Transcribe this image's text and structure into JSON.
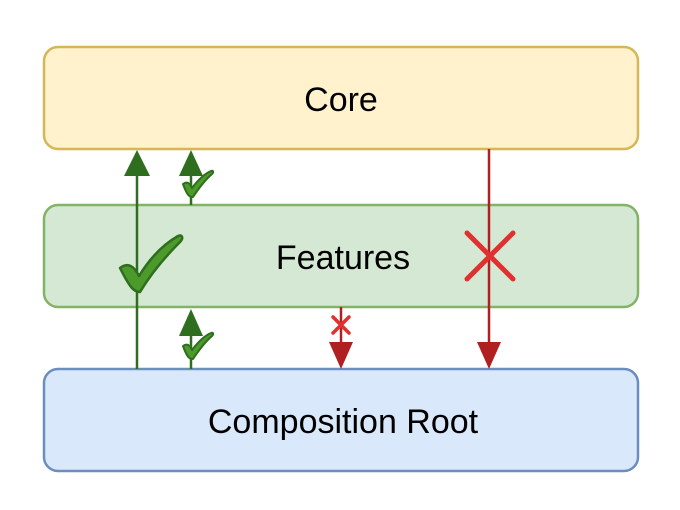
{
  "layers": {
    "core": {
      "label": "Core",
      "fill": "#fff2cc",
      "stroke": "#d6b656"
    },
    "features": {
      "label": "Features",
      "fill": "#d5e8d4",
      "stroke": "#82b366"
    },
    "composition_root": {
      "label": "Composition Root",
      "fill": "#dae8fc",
      "stroke": "#6c8ebf"
    }
  },
  "colors": {
    "allowed": "#2e6e1e",
    "allowed_check": "#4c9a2a",
    "forbidden": "#b02020",
    "forbidden_cross": "#e03030"
  },
  "dependencies": [
    {
      "from": "Composition Root",
      "to": "Core",
      "allowed": true,
      "icon": "check-icon"
    },
    {
      "from": "Features",
      "to": "Core",
      "allowed": true,
      "icon": "check-icon"
    },
    {
      "from": "Composition Root",
      "to": "Features",
      "allowed": true,
      "icon": "check-icon"
    },
    {
      "from": "Core",
      "to": "Composition Root",
      "allowed": false,
      "icon": "cross-icon"
    },
    {
      "from": "Features",
      "to": "Composition Root",
      "allowed": false,
      "icon": "cross-icon"
    }
  ]
}
